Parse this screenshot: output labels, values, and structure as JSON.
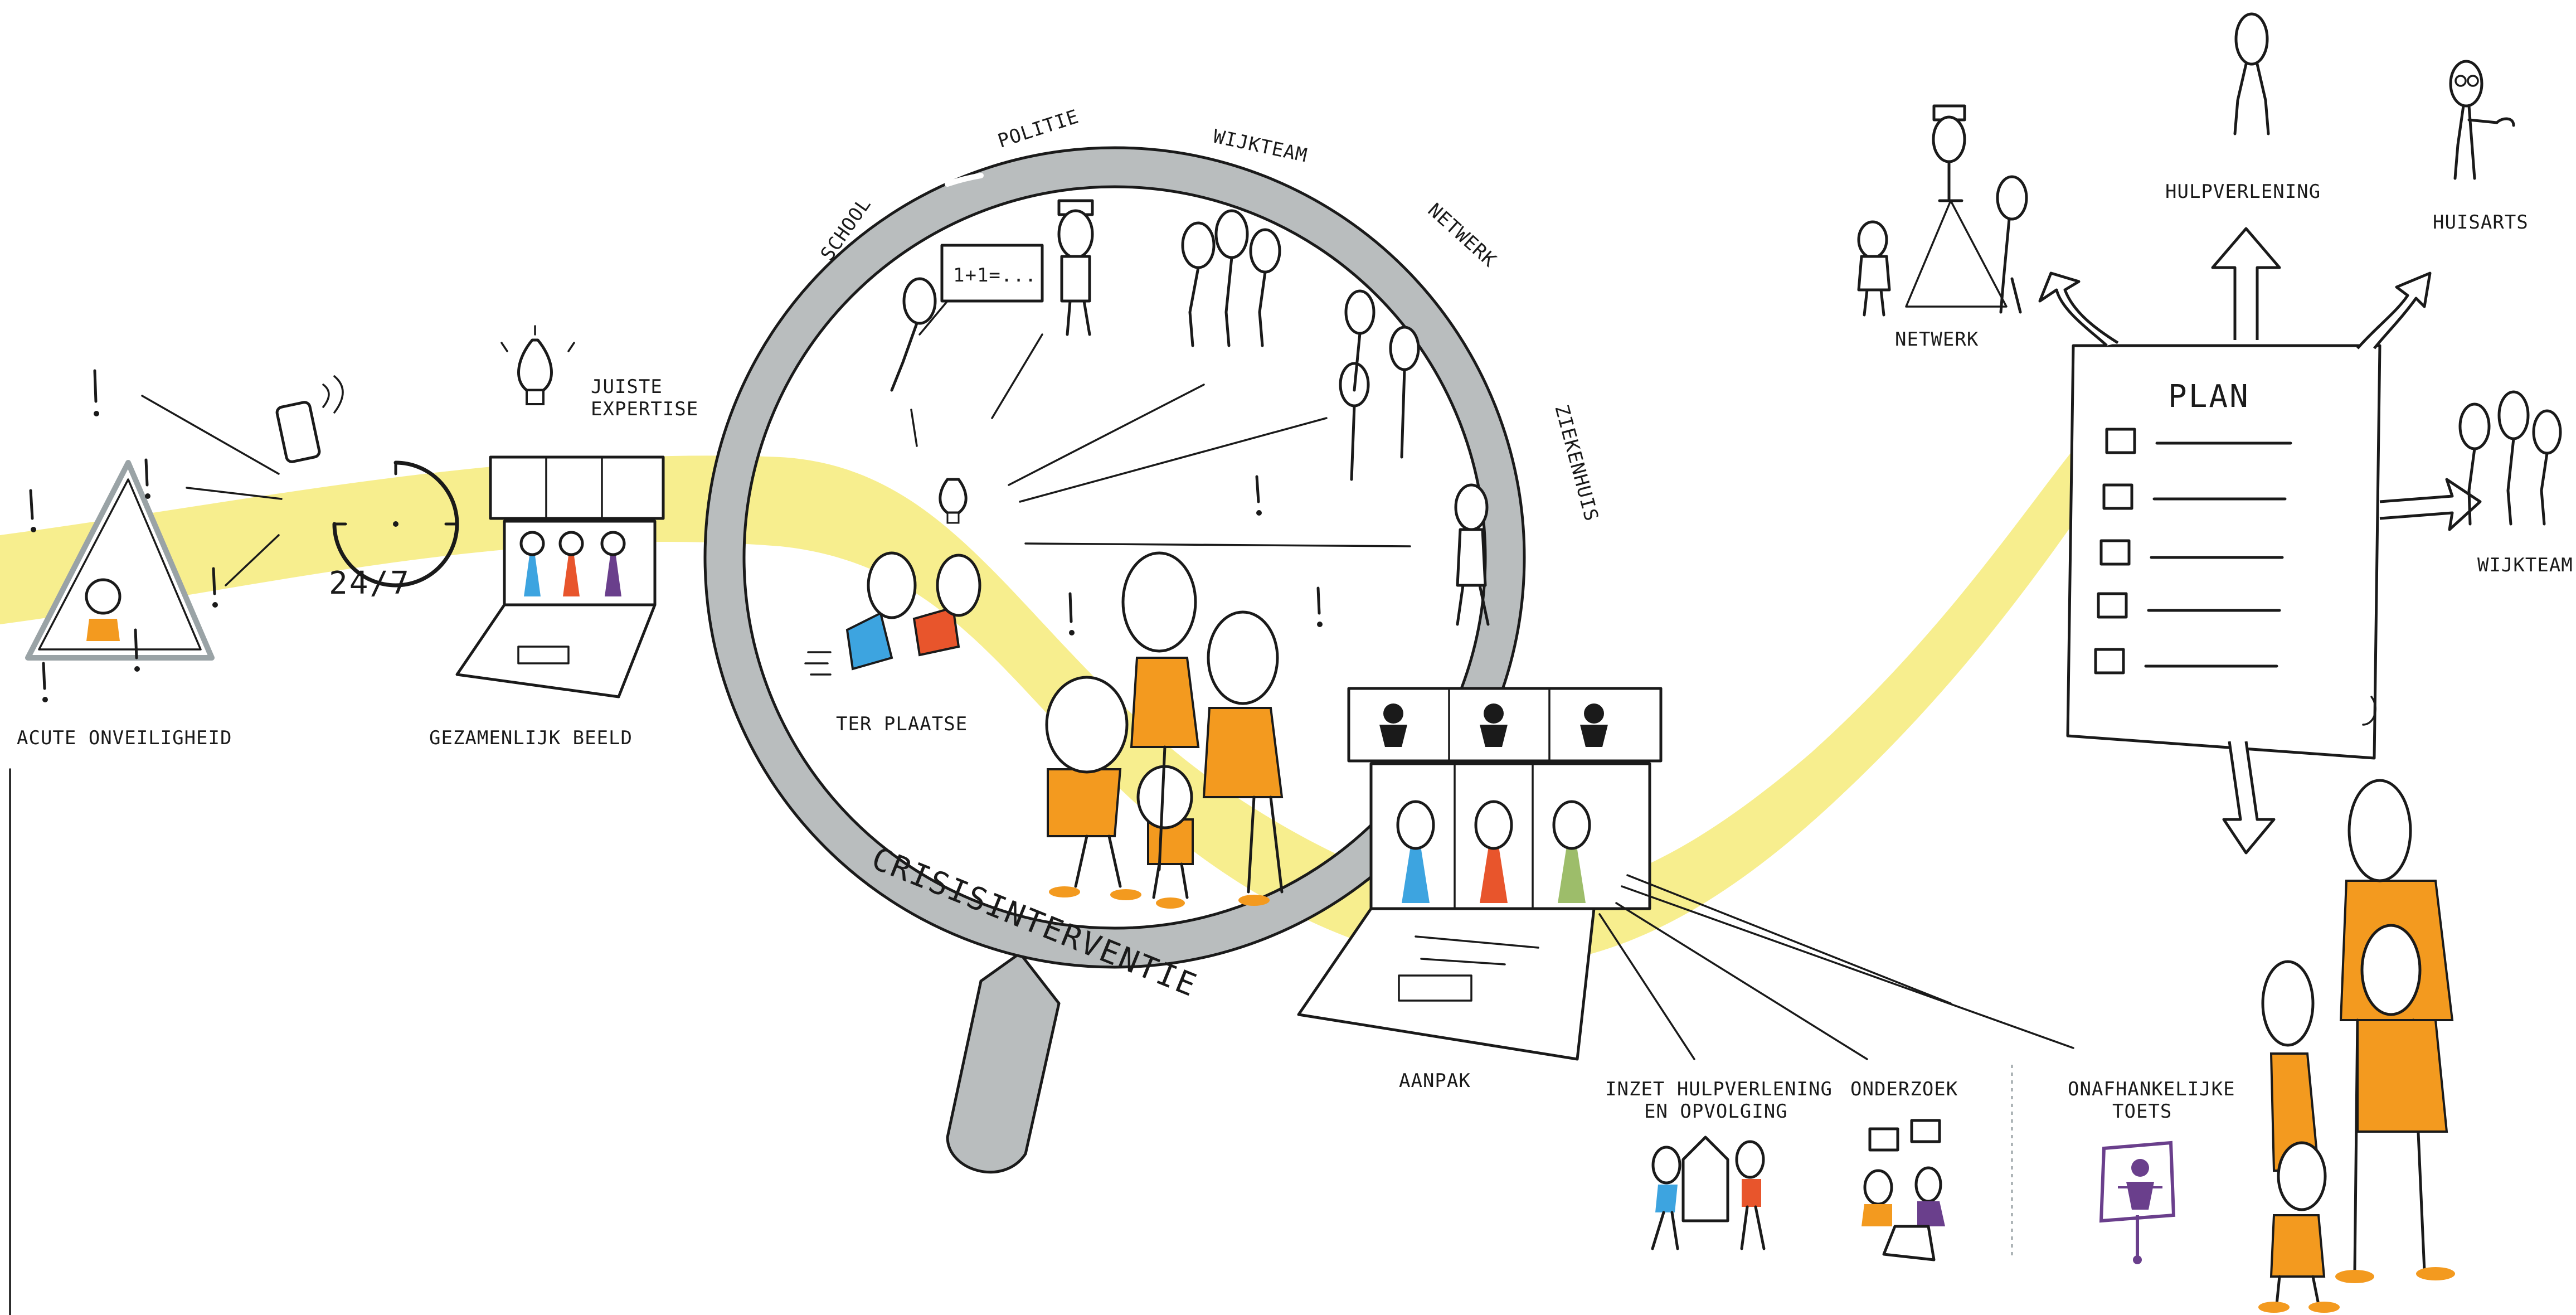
{
  "colors": {
    "yellow_band": "#f7ee8e",
    "orange": "#f39a1f",
    "blue": "#3da4e0",
    "red": "#e8552c",
    "purple": "#6a3f8c",
    "green": "#9dbd6a",
    "lens_gray": "#b9bdbe",
    "ink": "#1a1a1a"
  },
  "labels": {
    "acute": "ACUTE ONVEILIGHEID",
    "clock": "24/7",
    "expertise_line1": "JUISTE",
    "expertise_line2": "EXPERTISE",
    "gezamenlijk": "GEZAMENLIJK BEELD",
    "school": "SCHOOL",
    "politie": "POLITIE",
    "wijkteam_top": "WIJKTEAM",
    "netwerk_arc": "NETWERK",
    "ziekenhuis": "ZIEKENHUIS",
    "whiteboard": "1+1=...",
    "ter_plaatse": "TER PLAATSE",
    "crisis": "CRISISINTERVENTIE",
    "aanpak": "AANPAK",
    "inzet_line1": "INZET HULPVERLENING",
    "inzet_line2": "EN OPVOLGING",
    "onderzoek": "ONDERZOEK",
    "toets_line1": "ONAFHANKELIJKE",
    "toets_line2": "TOETS",
    "plan": "PLAN",
    "netwerk": "NETWERK",
    "hulpverlening": "HULPVERLENING",
    "huisarts": "HUISARTS",
    "wijkteam_right": "WIJKTEAM"
  },
  "icons": {
    "exclamation": "exclamation-icon",
    "phone": "phone-icon",
    "clock": "clock-icon",
    "lightbulb": "lightbulb-icon",
    "puzzle": "puzzle-icon",
    "laptop": "laptop-icon",
    "magnifier": "magnifying-glass-icon",
    "checkbox": "checkbox-icon",
    "arrow": "arrow-icon",
    "speech": "speech-bubble-icon",
    "scale": "scale-of-justice-icon"
  }
}
